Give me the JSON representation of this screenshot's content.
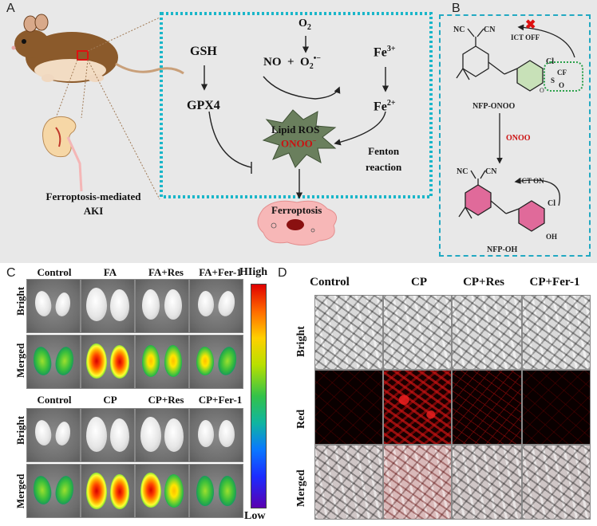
{
  "panel_a": {
    "letter": "A",
    "caption_line1": "Ferroptosis-mediated",
    "caption_line2": "AKI",
    "gsh": "GSH",
    "gpx4": "GPX4",
    "no_o2": "NO  +  O",
    "o2": "O",
    "fe3": "Fe",
    "fe2": "Fe",
    "lipid_ros": "Lipid ROS",
    "onoo_red": "ONOO",
    "fenton1": "Fenton",
    "fenton2": "reaction",
    "ferroptosis": "Ferroptosis"
  },
  "panel_b": {
    "letter": "B",
    "ict_off": "ICT OFF",
    "nfp_onoo": "NFP-ONOO",
    "onoo_arrow": "ONOO",
    "ict_on": "ICT ON",
    "nfp_oh": "NFP-OH"
  },
  "panel_c": {
    "letter": "C",
    "group1_headers": [
      "Control",
      "FA",
      "FA+Res",
      "FA+Fer-1"
    ],
    "group2_headers": [
      "Control",
      "CP",
      "CP+Res",
      "CP+Fer-1"
    ],
    "row_labels": [
      "Bright",
      "Merged"
    ],
    "scale_high": "HIigh",
    "scale_low": "Low"
  },
  "panel_d": {
    "letter": "D",
    "headers": [
      "Control",
      "CP",
      "CP+Res",
      "CP+Fer-1"
    ],
    "row_labels": [
      "Bright",
      "Red",
      "Merged"
    ]
  },
  "colors": {
    "panel_bg": "#e8e8e8",
    "dotted_cyan": "#19b6c9",
    "dashed_cyan": "#22a9c2",
    "star_green": "#6a7f5d",
    "red_text": "#cc1111"
  }
}
